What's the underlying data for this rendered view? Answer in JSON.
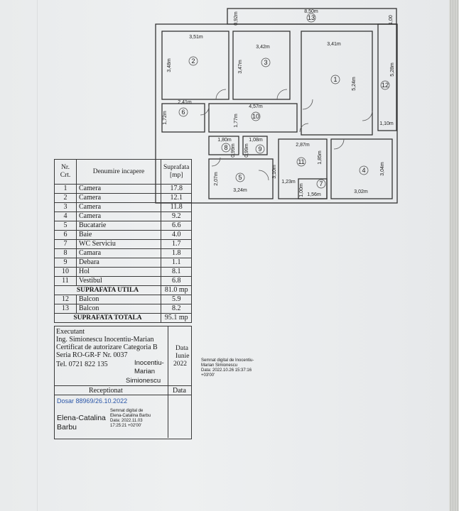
{
  "plan": {
    "dims": {
      "top_total": "8,50m",
      "balcony_depth": "0,92m",
      "balcony_side": "1,00",
      "r2_width": "3,51m",
      "r2_height": "3,48m",
      "r3_width": "3,42m",
      "r3_height": "3,47m",
      "r1_width": "3,41m",
      "r1_height": "5,24m",
      "b12_height": "5,28m",
      "b12_width": "1,10m",
      "r6_width": "2,41m",
      "r6_height": "1,72m",
      "hol_width": "4,57m",
      "hol_height": "1,77m",
      "r8_width": "1,80m",
      "r8_height": "0,99m",
      "r9_width": "1,08m",
      "r9_height": "0,99m",
      "vest_width": "2,87m",
      "vest_height": "1,85m",
      "r5_width": "3,24m",
      "r5_height": "2,07m",
      "r5_side": "3,10m",
      "wc_width": "1,23m",
      "wc_height": "1,00m",
      "wc_bottom": "1,56m",
      "r4_width": "3,02m",
      "r4_height": "3,04m"
    },
    "room_numbers": [
      "1",
      "2",
      "3",
      "4",
      "5",
      "6",
      "7",
      "8",
      "9",
      "10",
      "11",
      "12",
      "13"
    ]
  },
  "table": {
    "header": {
      "nr": "Nr.\nCrt.",
      "name": "Denumire incapere",
      "area": "Suprafata\n[mp]"
    },
    "rows": [
      {
        "nr": "1",
        "name": "Camera",
        "area": "17.8"
      },
      {
        "nr": "2",
        "name": "Camera",
        "area": "12.1"
      },
      {
        "nr": "3",
        "name": "Camera",
        "area": "11.8"
      },
      {
        "nr": "4",
        "name": "Camera",
        "area": "9.2"
      },
      {
        "nr": "5",
        "name": "Bucatarie",
        "area": "6.6"
      },
      {
        "nr": "6",
        "name": "Baie",
        "area": "4.0"
      },
      {
        "nr": "7",
        "name": "WC Serviciu",
        "area": "1.7"
      },
      {
        "nr": "8",
        "name": "Camara",
        "area": "1.8"
      },
      {
        "nr": "9",
        "name": "Debara",
        "area": "1.1"
      },
      {
        "nr": "10",
        "name": "Hol",
        "area": "8.1"
      },
      {
        "nr": "11",
        "name": "Vestibul",
        "area": "6.8"
      }
    ],
    "utila": {
      "label": "SUPRAFATA UTILA",
      "value": "81.0 mp"
    },
    "balcony_rows": [
      {
        "nr": "12",
        "name": "Balcon",
        "area": "5.9"
      },
      {
        "nr": "13",
        "name": "Balcon",
        "area": "8.2"
      }
    ],
    "totala": {
      "label": "SUPRAFATA TOTALA",
      "value": "95.1 mp"
    }
  },
  "executant": {
    "label": "Executant",
    "name": "Ing. Simionescu Inocentiu-Marian",
    "cert": "Certificat de autorizare Categoria B",
    "seria": "Seria RO-GR-F Nr. 0037",
    "tel": "Tel. 0721 822 135",
    "sig_1": "Inocentiu-",
    "sig_2": "Marian",
    "sig_3": "Simionescu",
    "data_label": "Data",
    "data_month": "Iunie",
    "data_year": "2022",
    "dsig_1": "Semnat digital de Inocentiu-",
    "dsig_2": "Marian Simionescu",
    "dsig_3": "Data: 2022.10.26 15:37:16",
    "dsig_4": "+03'00'"
  },
  "receptionat": {
    "label": "Receptionat",
    "data_label": "Data",
    "dosar": "Dosar 88969/26.10.2022",
    "name_1": "Elena-Catalina",
    "name_2": "Barbu",
    "dsig_1": "Semnat digital de",
    "dsig_2": "Elena-Catalina Barbu",
    "dsig_3": "Data: 2022.11.03",
    "dsig_4": "17:25:21 +02'00'"
  }
}
